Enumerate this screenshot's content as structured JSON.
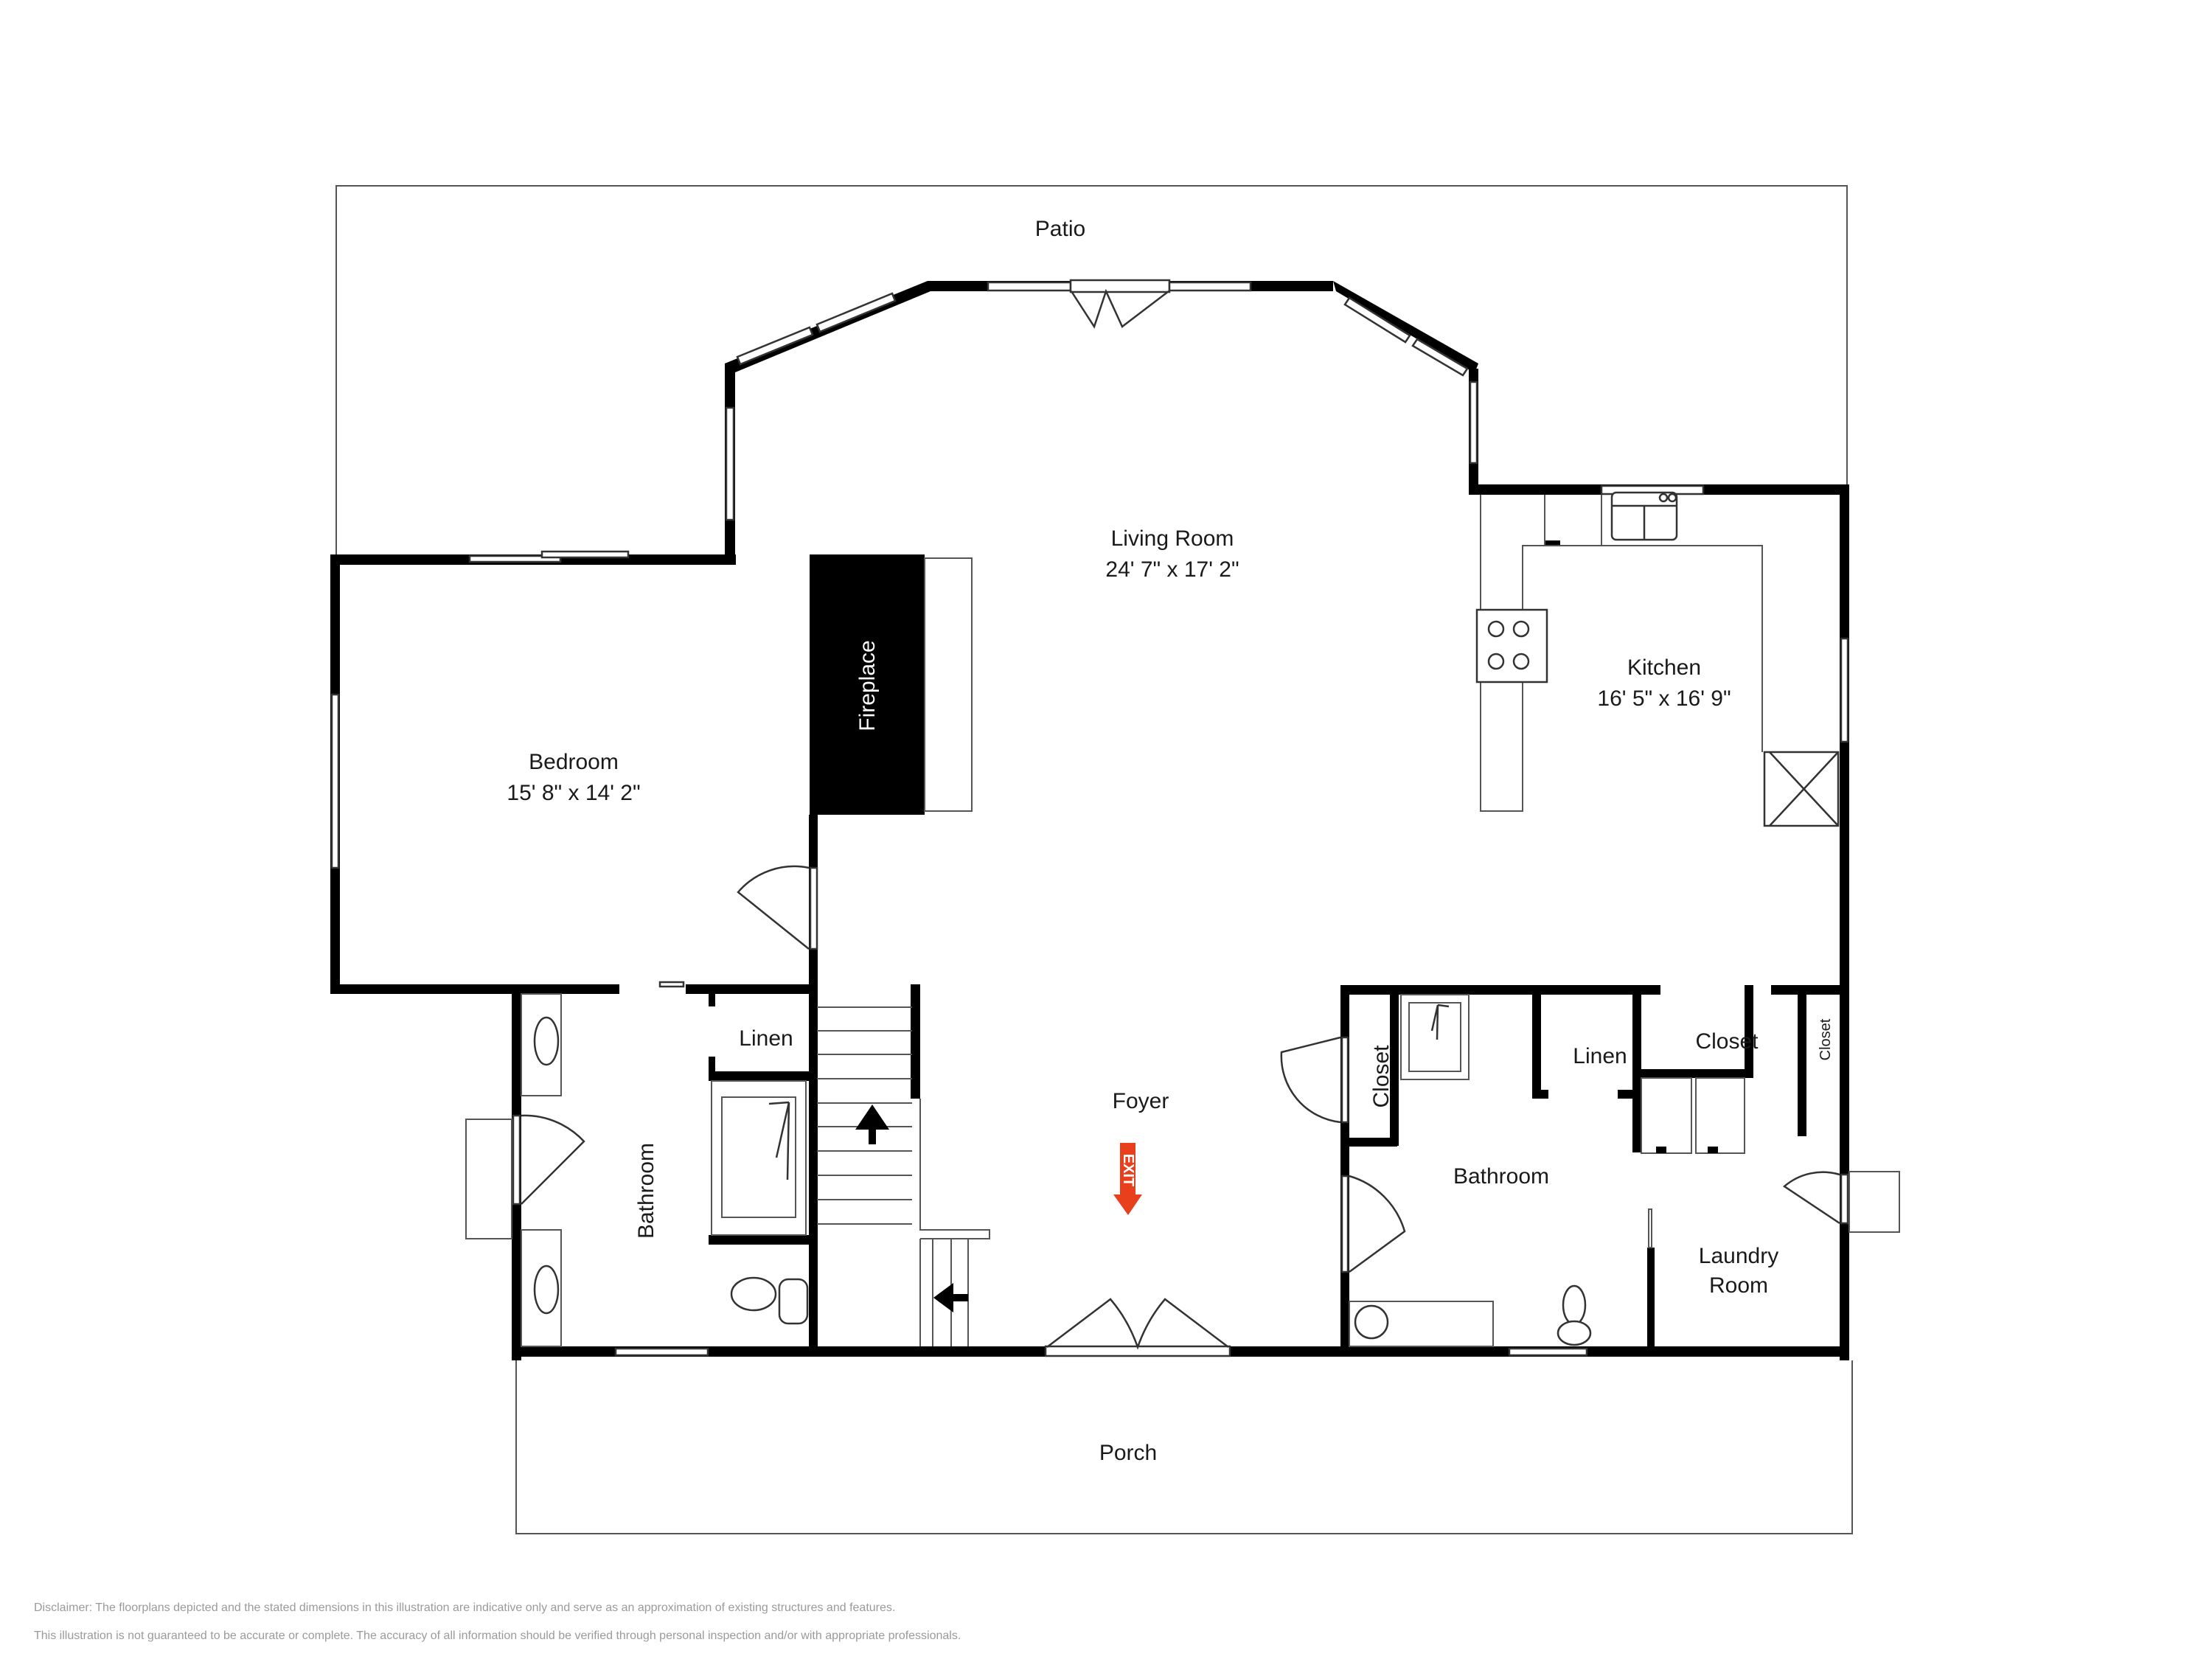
{
  "plan": {
    "outdoor": {
      "patio": "Patio",
      "porch": "Porch"
    },
    "rooms": {
      "living_room": {
        "name": "Living Room",
        "dimensions": "24' 7\" x 17' 2\""
      },
      "kitchen": {
        "name": "Kitchen",
        "dimensions": "16' 5\" x 16' 9\""
      },
      "bedroom": {
        "name": "Bedroom",
        "dimensions": "15' 8\" x 14' 2\""
      },
      "fireplace": "Fireplace",
      "foyer": "Foyer",
      "bathroom_left": "Bathroom",
      "linen_left": "Linen",
      "bathroom_right": "Bathroom",
      "linen_right": "Linen",
      "closet_hall": "Closet",
      "closet_laundry": "Closet",
      "closet_narrow": "Closet",
      "laundry_line1": "Laundry",
      "laundry_line2": "Room"
    },
    "exit_sign": {
      "text": "EXIT",
      "color": "#e8401c"
    },
    "colors": {
      "wall": "#000000",
      "background": "#ffffff",
      "outline": "#555555"
    }
  },
  "disclaimer": {
    "line1": "Disclaimer: The floorplans depicted and the stated dimensions in this illustration are indicative only and serve as an approximation of existing structures and features.",
    "line2": "This illustration is not guaranteed to be accurate or complete. The accuracy of all information should be verified through personal inspection and/or with appropriate professionals."
  }
}
